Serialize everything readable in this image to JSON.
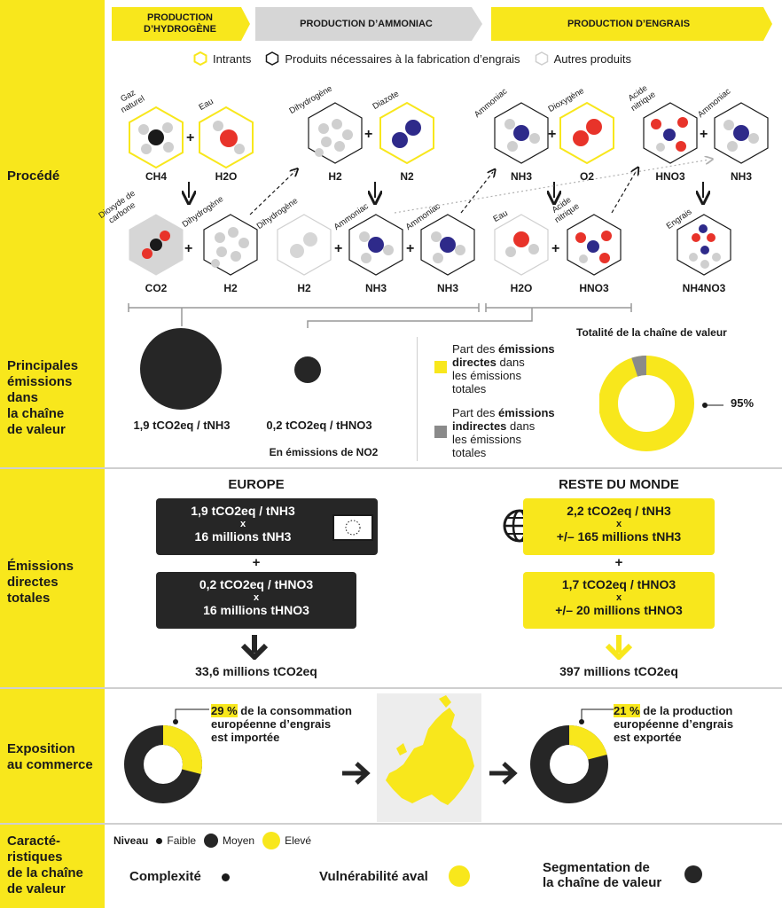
{
  "stages": [
    {
      "label_line1": "PRODUCTION",
      "label_line2": "D’HYDROGÈNE"
    },
    {
      "label": "PRODUCTION D’AMMONIAC"
    },
    {
      "label": "PRODUCTION D’ENGRAIS"
    }
  ],
  "legend": {
    "inputs": "Intrants",
    "needed": "Produits nécessaires à la fabrication d’engrais",
    "others": "Autres produits"
  },
  "sections": {
    "procede": "Procédé",
    "emissions_l1": "Principales",
    "emissions_l2": "émissions",
    "emissions_l3": "dans",
    "emissions_l4": "la chaîne",
    "emissions_l5": "de valeur",
    "totales_l1": "Émissions",
    "totales_l2": "directes",
    "totales_l3": "totales",
    "commerce_l1": "Exposition",
    "commerce_l2": "au commerce",
    "carac_l1": "Caracté-",
    "carac_l2": "ristiques",
    "carac_l3": "de la chaîne",
    "carac_l4": "de valeur"
  },
  "molecules": {
    "gaz_naturel_l1": "Gaz",
    "gaz_naturel_l2": "naturel",
    "eau": "Eau",
    "dihydrogene": "Dihydrogène",
    "diazote": "Diazote",
    "ammoniac": "Ammoniac",
    "dioxygene": "Dioxygène",
    "acide_l1": "Acide",
    "acide_l2": "nitrique",
    "dioxyde_l1": "Dioxyde de",
    "dioxyde_l2": "carbone",
    "engrais": "Engrais",
    "ch4": "CH4",
    "h2o": "H2O",
    "h2": "H2",
    "n2": "N2",
    "nh3": "NH3",
    "o2": "O2",
    "hno3": "HNO3",
    "co2": "CO2",
    "nh4no3": "NH4NO3"
  },
  "emissions": {
    "h2_value": "1,9 tCO2eq / tNH3",
    "hno3_value": "0,2 tCO2eq / tHNO3",
    "no2_note": "En émissions de NO2",
    "chain_title": "Totalité de la chaîne de valeur",
    "direct_l1": "Part des",
    "direct_bold1": "émissions",
    "direct_bold2": "directes",
    "direct_l2": "dans",
    "direct_l3": "les émissions",
    "direct_l4": "totales",
    "indirect_l1": "Part des",
    "indirect_bold1": "émissions",
    "indirect_bold2": "indirectes",
    "indirect_l2": "dans",
    "indirect_l3": "les émissions",
    "indirect_l4": "totales",
    "donut_pct": "95%",
    "donut_value": 95
  },
  "totals": {
    "europe_title": "EUROPE",
    "europe_box1_l1": "1,9 tCO2eq / tNH3",
    "europe_box1_x": "x",
    "europe_box1_l2": "16 millions tNH3",
    "europe_plus": "+",
    "europe_box2_l1": "0,2 tCO2eq / tHNO3",
    "europe_box2_x": "x",
    "europe_box2_l2": "16 millions tHNO3",
    "europe_total": "33,6 millions tCO2eq",
    "rdm_title": "RESTE DU MONDE",
    "rdm_box1_l1": "2,2 tCO2eq / tNH3",
    "rdm_box1_x": "x",
    "rdm_box1_l2": "+/– 165 millions tNH3",
    "rdm_plus": "+",
    "rdm_box2_l1": "1,7 tCO2eq / tHNO3",
    "rdm_box2_x": "x",
    "rdm_box2_l2": "+/– 20 millions tHNO3",
    "rdm_total": "397 millions tCO2eq"
  },
  "commerce": {
    "import_pct": "29 %",
    "import_l1": "de la consommation",
    "import_l2": "européenne d’engrais",
    "import_l3": "est importée",
    "import_value": 29,
    "export_pct": "21 %",
    "export_l1": "de la production",
    "export_l2": "européenne d’engrais",
    "export_l3": "est exportée",
    "export_value": 21
  },
  "carac": {
    "niveau": "Niveau",
    "faible": "Faible",
    "moyen": "Moyen",
    "eleve": "Elevé",
    "complexite": "Complexité",
    "vulnerabilite": "Vulnérabilité aval",
    "segmentation_l1": "Segmentation de",
    "segmentation_l2": "la chaîne de valeur"
  },
  "colors": {
    "yellow": "#f8e71c",
    "dark": "#262626",
    "grey": "#d6d6d6"
  }
}
